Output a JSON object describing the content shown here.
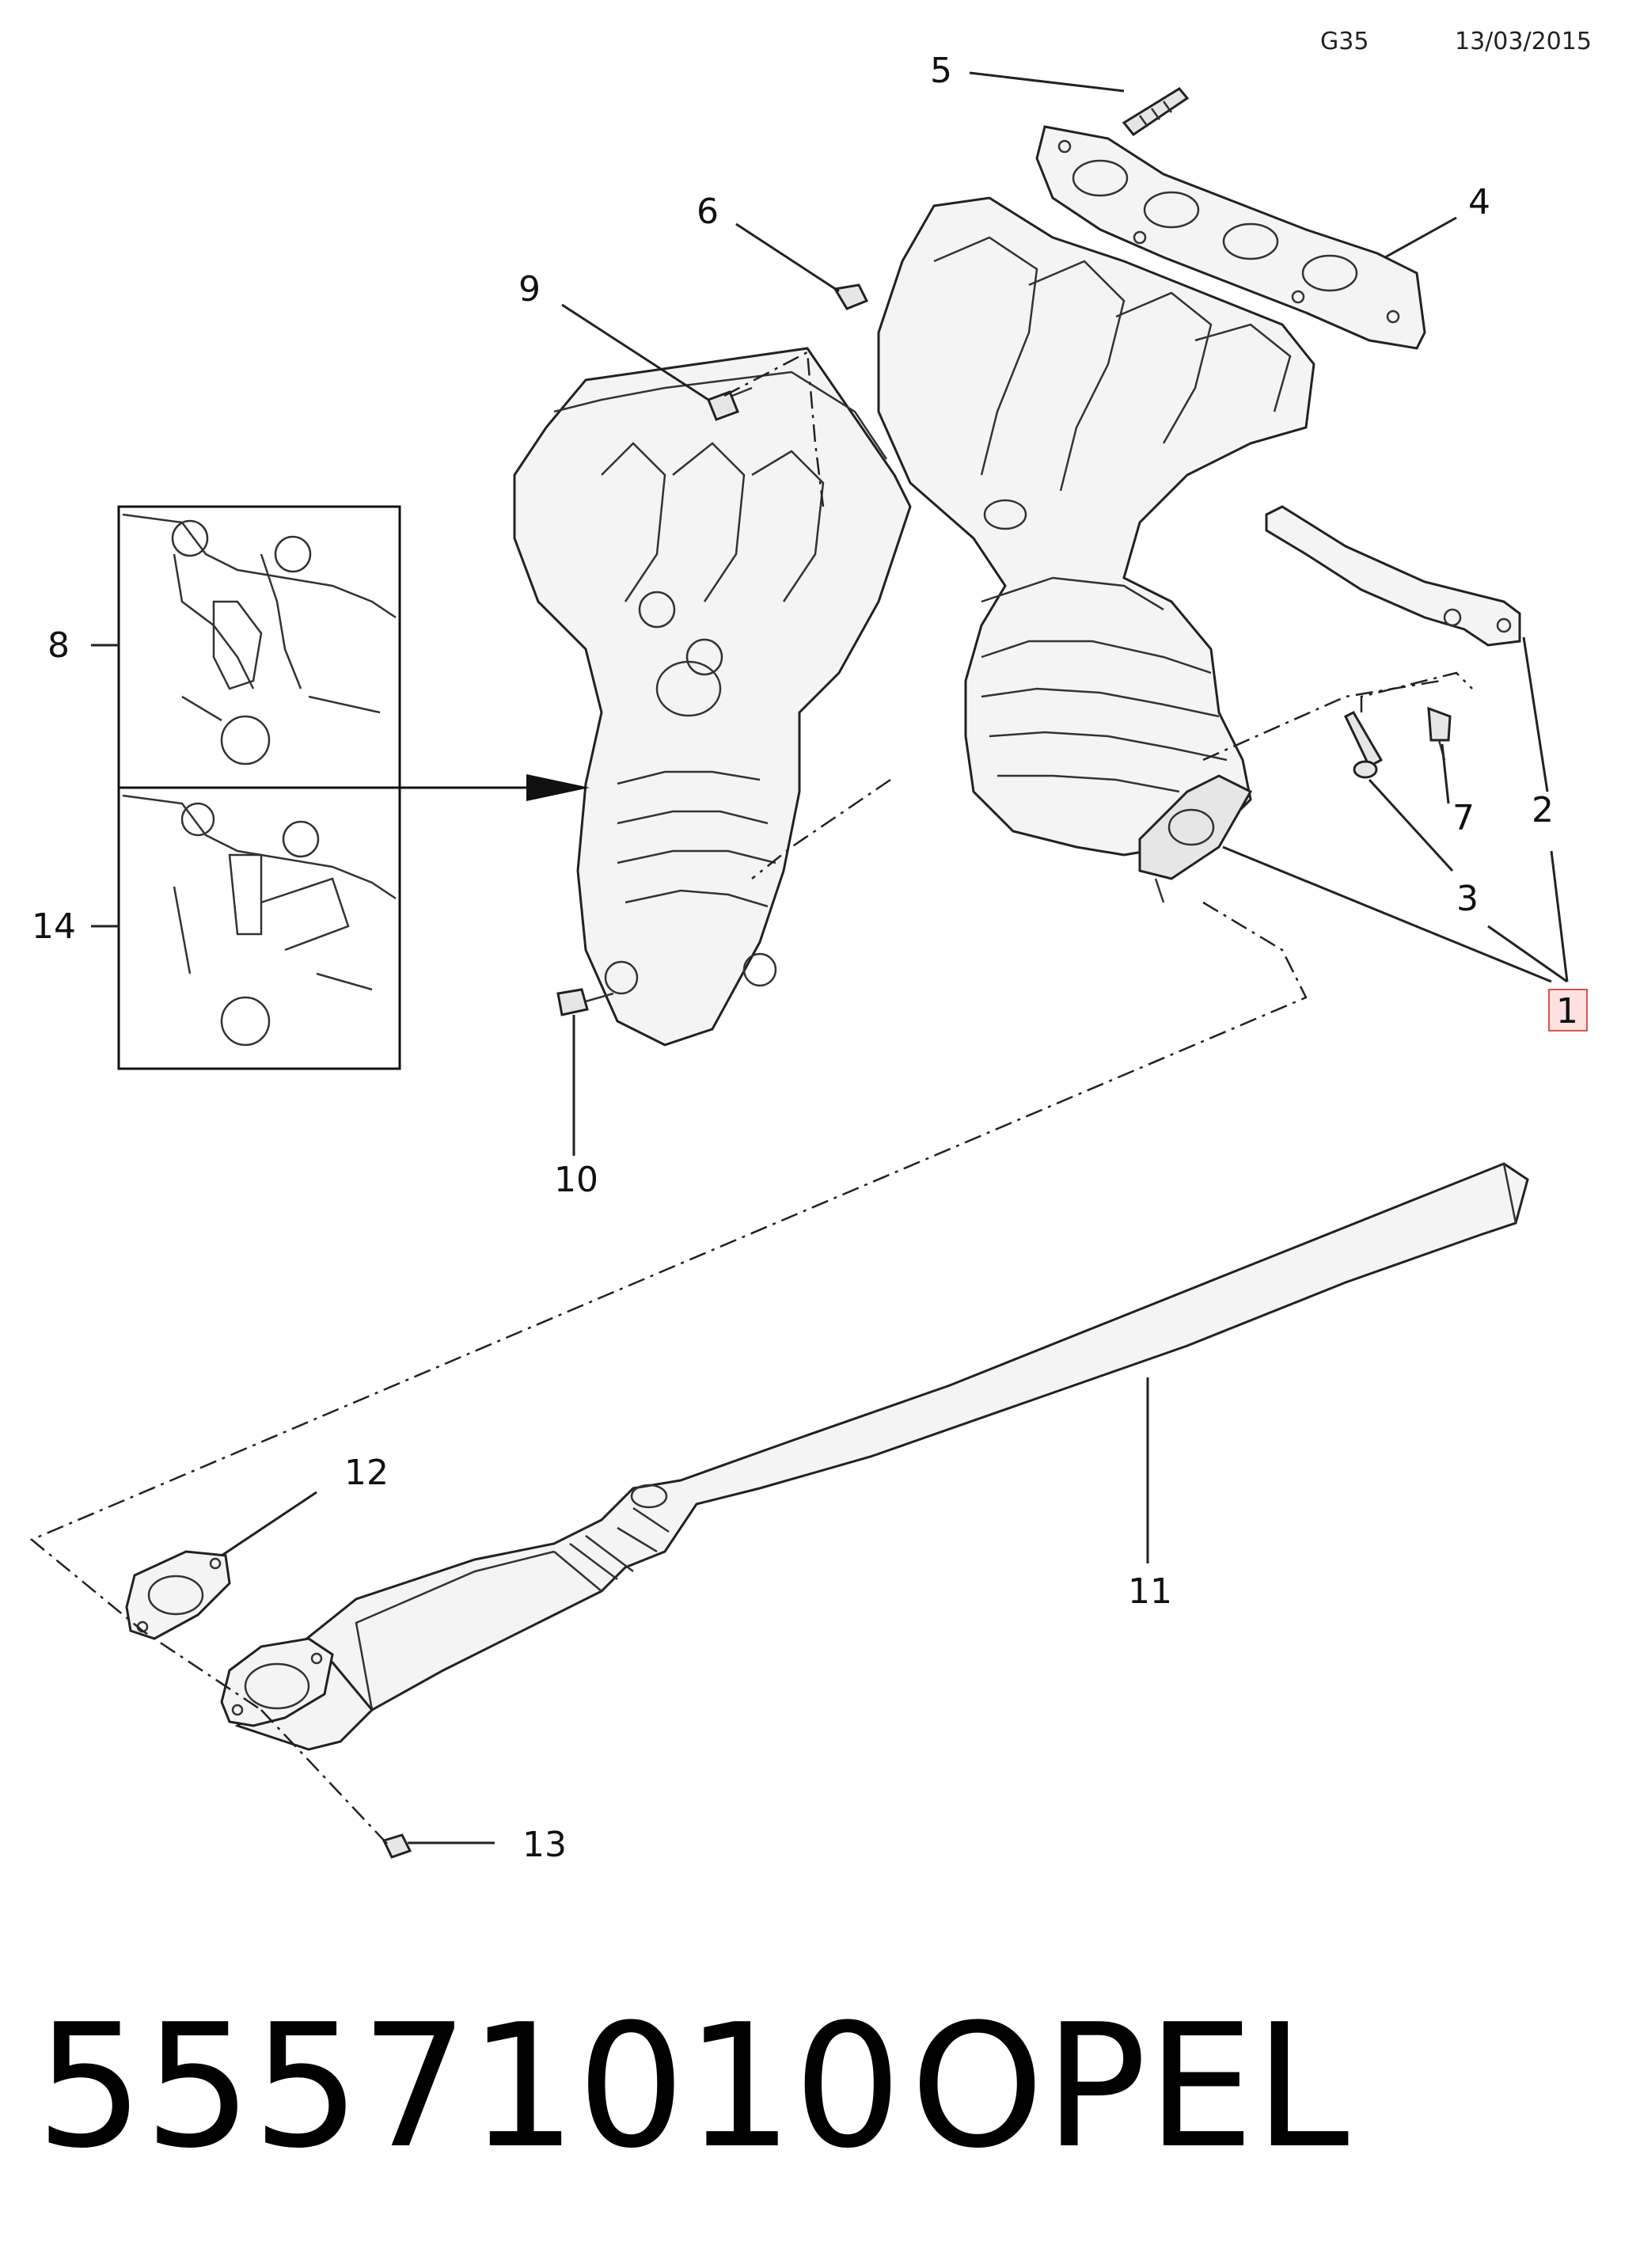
{
  "header": {
    "code": "G35",
    "date": "13/03/2015"
  },
  "callouts": [
    {
      "id": "c5",
      "text": "5"
    },
    {
      "id": "c6",
      "text": "6"
    },
    {
      "id": "c4",
      "text": "4"
    },
    {
      "id": "c9",
      "text": "9"
    },
    {
      "id": "c8",
      "text": "8"
    },
    {
      "id": "c14",
      "text": "14"
    },
    {
      "id": "c7",
      "text": "7"
    },
    {
      "id": "c2",
      "text": "2"
    },
    {
      "id": "c3",
      "text": "3"
    },
    {
      "id": "c1",
      "text": "1",
      "highlighted": true
    },
    {
      "id": "c10",
      "text": "10"
    },
    {
      "id": "c11",
      "text": "11"
    },
    {
      "id": "c12",
      "text": "12"
    },
    {
      "id": "c13",
      "text": "13"
    }
  ],
  "footer": {
    "part_number": "55571010",
    "brand": "OPEL"
  },
  "colors": {
    "highlight_fill": "#fde0e0",
    "highlight_stroke": "#d9534f",
    "ink": "#222222"
  }
}
